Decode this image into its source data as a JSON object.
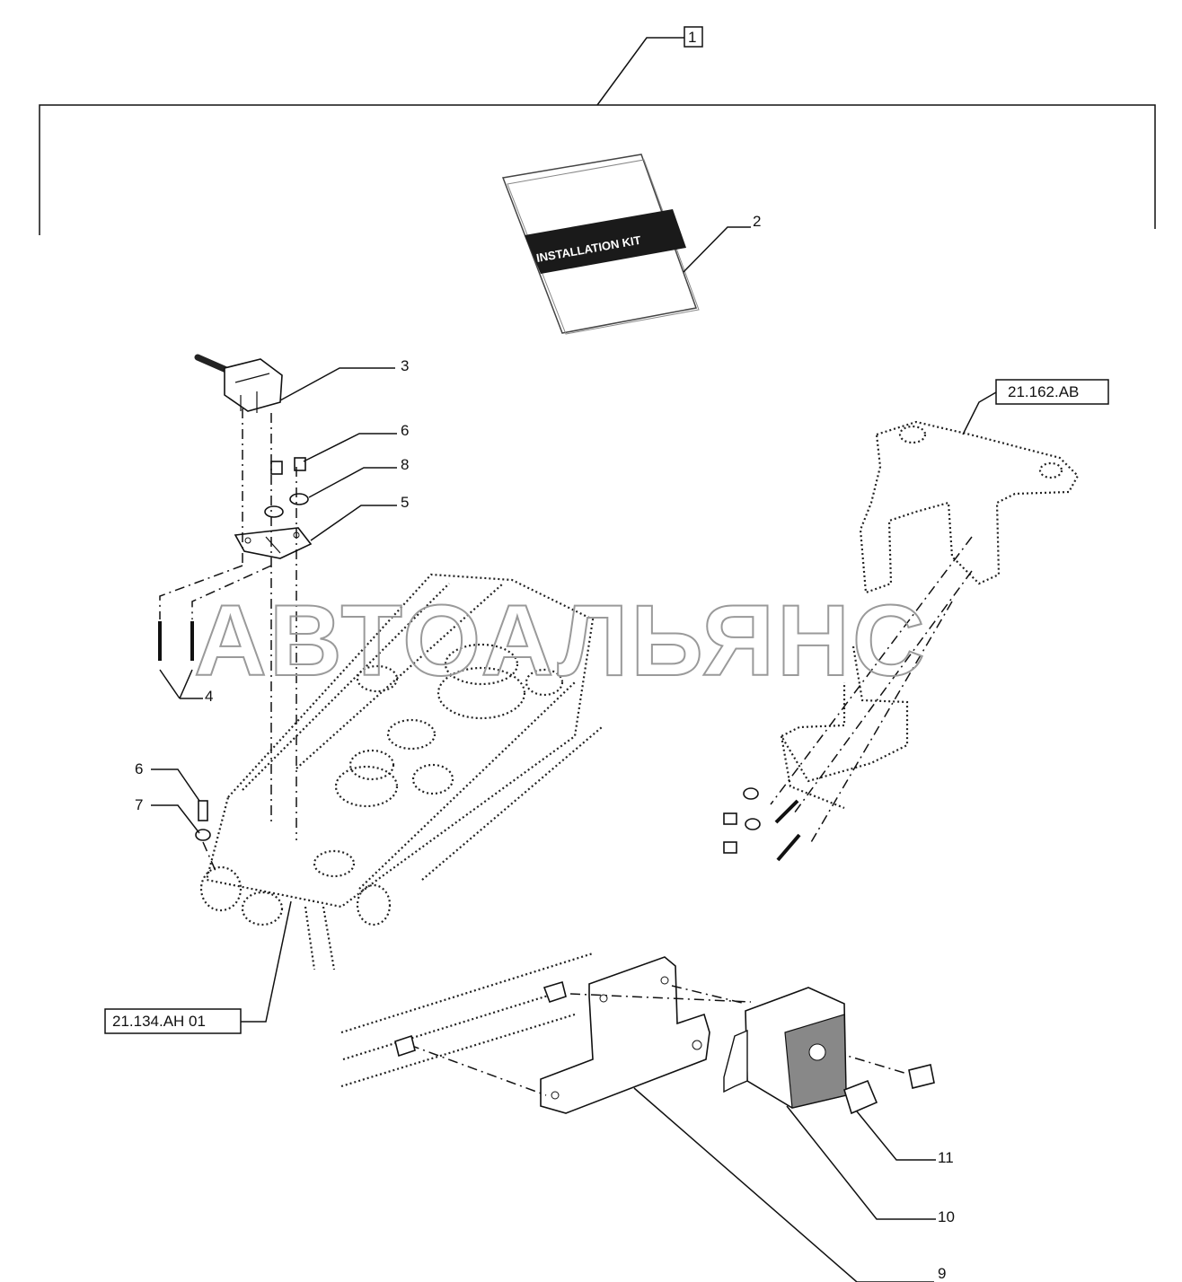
{
  "callouts": {
    "c1": "1",
    "c2": "2",
    "c3": "3",
    "c4": "4",
    "c5": "5",
    "c6a": "6",
    "c6b": "6",
    "c7": "7",
    "c8": "8",
    "c9": "9",
    "c10": "10",
    "c11": "11"
  },
  "references": {
    "ref_bracket": "21.162.AB",
    "ref_frame": "21.134.AH 01"
  },
  "booklet_label": "INSTALLATION KIT",
  "watermark": "АВТОАЛЬЯНС"
}
